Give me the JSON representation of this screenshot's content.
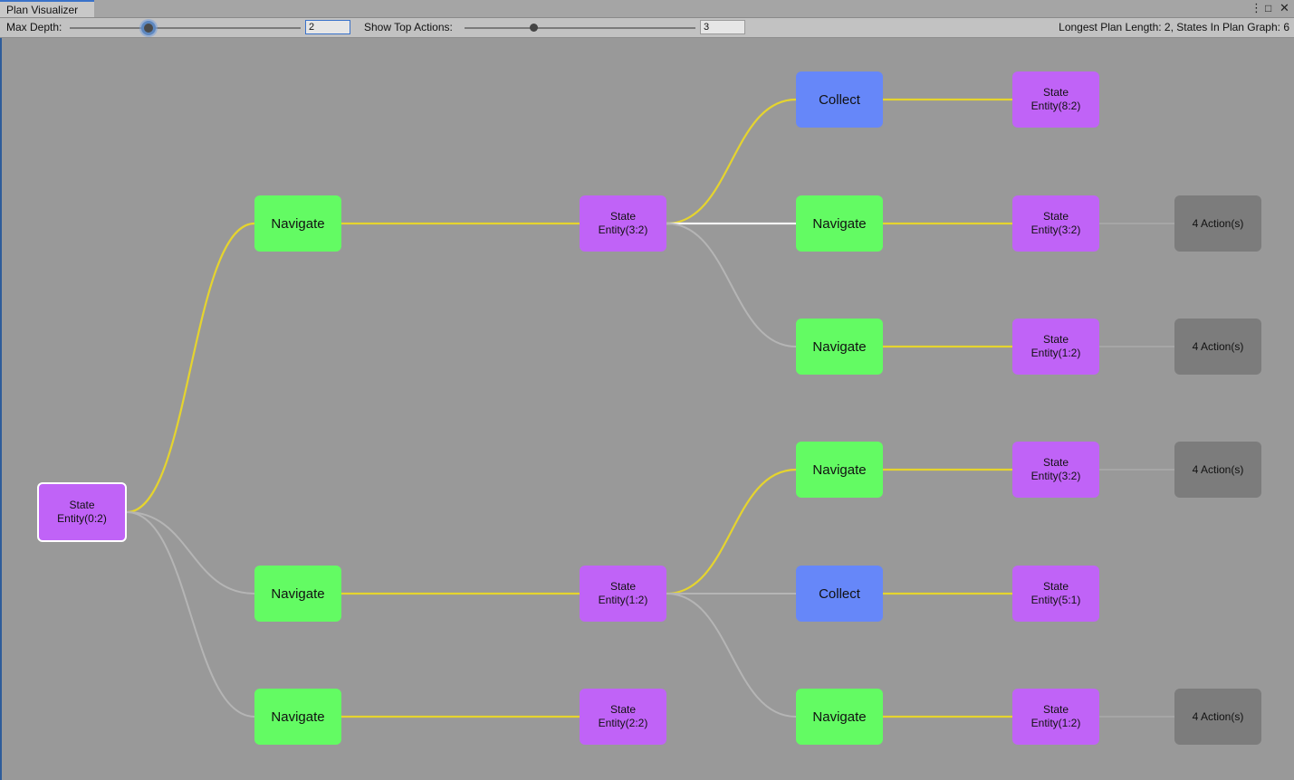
{
  "window": {
    "tab_title": "Plan Visualizer",
    "menu_icon": "kebab-menu-icon",
    "maximize_icon": "maximize-icon",
    "close_icon": "close-icon"
  },
  "toolbar": {
    "max_depth_label": "Max Depth:",
    "max_depth_value": "2",
    "max_depth_slider": 0.34,
    "top_actions_label": "Show Top Actions:",
    "top_actions_value": "3",
    "top_actions_slider": 0.3,
    "stats": "Longest Plan Length: 2,   States In Plan Graph: 6"
  },
  "colors": {
    "state": "#c063f7",
    "navigate": "#63fb63",
    "collect": "#6687f9",
    "collapsed": "#7c7c7c",
    "best_edge": "#e5d42e",
    "selected_edge": "#f4f4f4",
    "alt_edge": "#b5b5b5",
    "canvas": "#999999"
  },
  "graph": {
    "nodes": [
      {
        "id": "s0",
        "kind": "state",
        "line1": "State",
        "line2": "Entity(0:2)",
        "root": true
      },
      {
        "id": "a1",
        "kind": "nav",
        "label": "Navigate"
      },
      {
        "id": "a2",
        "kind": "nav",
        "label": "Navigate"
      },
      {
        "id": "a3",
        "kind": "nav",
        "label": "Navigate"
      },
      {
        "id": "s1",
        "kind": "state",
        "line1": "State",
        "line2": "Entity(3:2)"
      },
      {
        "id": "s2",
        "kind": "state",
        "line1": "State",
        "line2": "Entity(1:2)"
      },
      {
        "id": "s3",
        "kind": "state",
        "line1": "State",
        "line2": "Entity(2:2)"
      },
      {
        "id": "b1",
        "kind": "collect",
        "label": "Collect"
      },
      {
        "id": "b2",
        "kind": "nav",
        "label": "Navigate"
      },
      {
        "id": "b3",
        "kind": "nav",
        "label": "Navigate"
      },
      {
        "id": "b4",
        "kind": "nav",
        "label": "Navigate"
      },
      {
        "id": "b5",
        "kind": "collect",
        "label": "Collect"
      },
      {
        "id": "b6",
        "kind": "nav",
        "label": "Navigate"
      },
      {
        "id": "t1",
        "kind": "state",
        "line1": "State",
        "line2": "Entity(8:2)"
      },
      {
        "id": "t2",
        "kind": "state",
        "line1": "State",
        "line2": "Entity(3:2)"
      },
      {
        "id": "t3",
        "kind": "state",
        "line1": "State",
        "line2": "Entity(1:2)"
      },
      {
        "id": "t4",
        "kind": "state",
        "line1": "State",
        "line2": "Entity(3:2)"
      },
      {
        "id": "t5",
        "kind": "state",
        "line1": "State",
        "line2": "Entity(5:1)"
      },
      {
        "id": "t6",
        "kind": "state",
        "line1": "State",
        "line2": "Entity(1:2)"
      },
      {
        "id": "m1",
        "kind": "more",
        "label": "4 Action(s)"
      },
      {
        "id": "m2",
        "kind": "more",
        "label": "4 Action(s)"
      },
      {
        "id": "m3",
        "kind": "more",
        "label": "4 Action(s)"
      },
      {
        "id": "m4",
        "kind": "more",
        "label": "4 Action(s)"
      }
    ],
    "edges": [
      {
        "from": "s0",
        "to": "a1",
        "style": "best"
      },
      {
        "from": "s0",
        "to": "a2",
        "style": "alt"
      },
      {
        "from": "s0",
        "to": "a3",
        "style": "alt"
      },
      {
        "from": "a1",
        "to": "s1",
        "style": "best"
      },
      {
        "from": "a2",
        "to": "s2",
        "style": "best"
      },
      {
        "from": "a3",
        "to": "s3",
        "style": "best"
      },
      {
        "from": "s1",
        "to": "b1",
        "style": "best"
      },
      {
        "from": "s1",
        "to": "b2",
        "style": "selected"
      },
      {
        "from": "s1",
        "to": "b3",
        "style": "alt"
      },
      {
        "from": "s2",
        "to": "b4",
        "style": "best"
      },
      {
        "from": "s2",
        "to": "b5",
        "style": "alt"
      },
      {
        "from": "s2",
        "to": "b6",
        "style": "alt"
      },
      {
        "from": "b1",
        "to": "t1",
        "style": "best"
      },
      {
        "from": "b2",
        "to": "t2",
        "style": "best"
      },
      {
        "from": "b3",
        "to": "t3",
        "style": "best"
      },
      {
        "from": "b4",
        "to": "t4",
        "style": "best"
      },
      {
        "from": "b5",
        "to": "t5",
        "style": "best"
      },
      {
        "from": "b6",
        "to": "t6",
        "style": "best"
      },
      {
        "from": "t2",
        "to": "m1",
        "style": "faint"
      },
      {
        "from": "t3",
        "to": "m2",
        "style": "faint"
      },
      {
        "from": "t4",
        "to": "m3",
        "style": "faint"
      },
      {
        "from": "t6",
        "to": "m4",
        "style": "faint"
      }
    ]
  }
}
